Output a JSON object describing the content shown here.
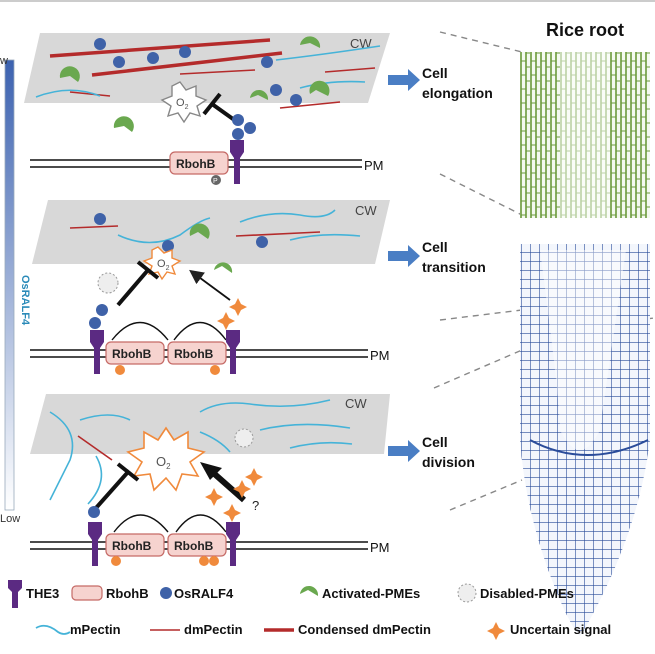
{
  "gradient": {
    "high": "w",
    "low": "Low",
    "name": "OsRALF4"
  },
  "panel_labels": {
    "cw": "CW",
    "pm": "PM",
    "rboh": "RbohB",
    "p": "P",
    "q": "?"
  },
  "outcomes": [
    "Cell\nelongation",
    "Cell\ntransition",
    "Cell\ndivision"
  ],
  "root": {
    "title": "Rice root"
  },
  "legend": {
    "row1": [
      "THE3",
      "RbohB",
      "OsRALF4",
      "Activated-PMEs",
      "Disabled-PMEs"
    ],
    "row2": [
      "mPectin",
      "dmPectin",
      "Condensed dmPectin",
      "Uncertain signal"
    ]
  },
  "colors": {
    "the3": "#5b2a82",
    "rboh_fill": "#f6d3cf",
    "rboh_stroke": "#c56a66",
    "ralf": "#3f62a8",
    "pme": "#6aa84f",
    "mpectin": "#45b3d8",
    "dmpectin": "#b42b2b",
    "ros": "#f08a3c",
    "arrow": "#4a7ec4",
    "cw": "#d8d8d8",
    "root_top": "#6a9a3a",
    "root_bottom": "#2a4c9a"
  }
}
